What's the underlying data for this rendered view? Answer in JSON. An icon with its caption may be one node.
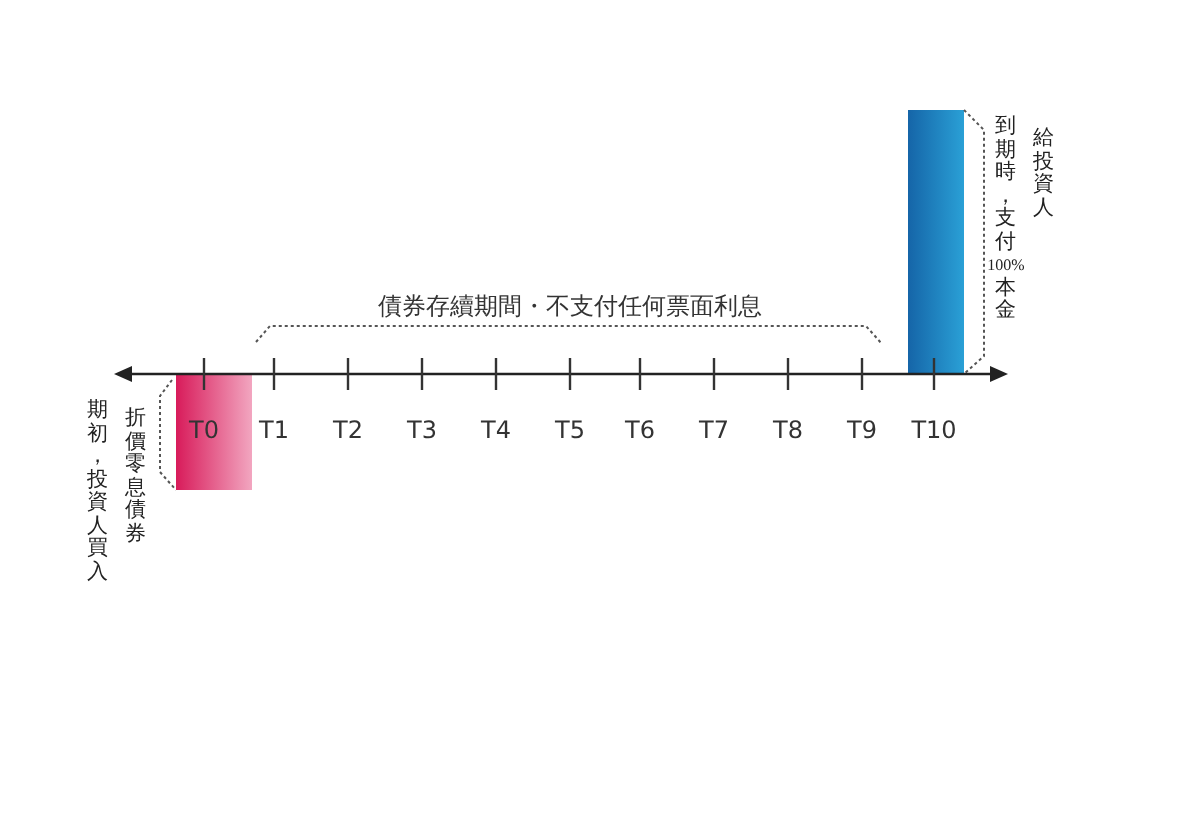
{
  "diagram": {
    "nodes": [
      {
        "text": [],
        "shape": "bar",
        "beside": [
          "期初，投資人買入",
          "折價零息債券"
        ]
      },
      {
        "text": [],
        "shape": "bar",
        "beside": [
          "到期時，支付100%本金",
          "給投資人"
        ]
      }
    ],
    "edges": [],
    "labels": [
      "債券存續期間・不支付任何票面利息",
      "T0",
      "T1",
      "T2",
      "T3",
      "T4",
      "T5",
      "T6",
      "T7",
      "T8",
      "T9",
      "T10"
    ]
  }
}
